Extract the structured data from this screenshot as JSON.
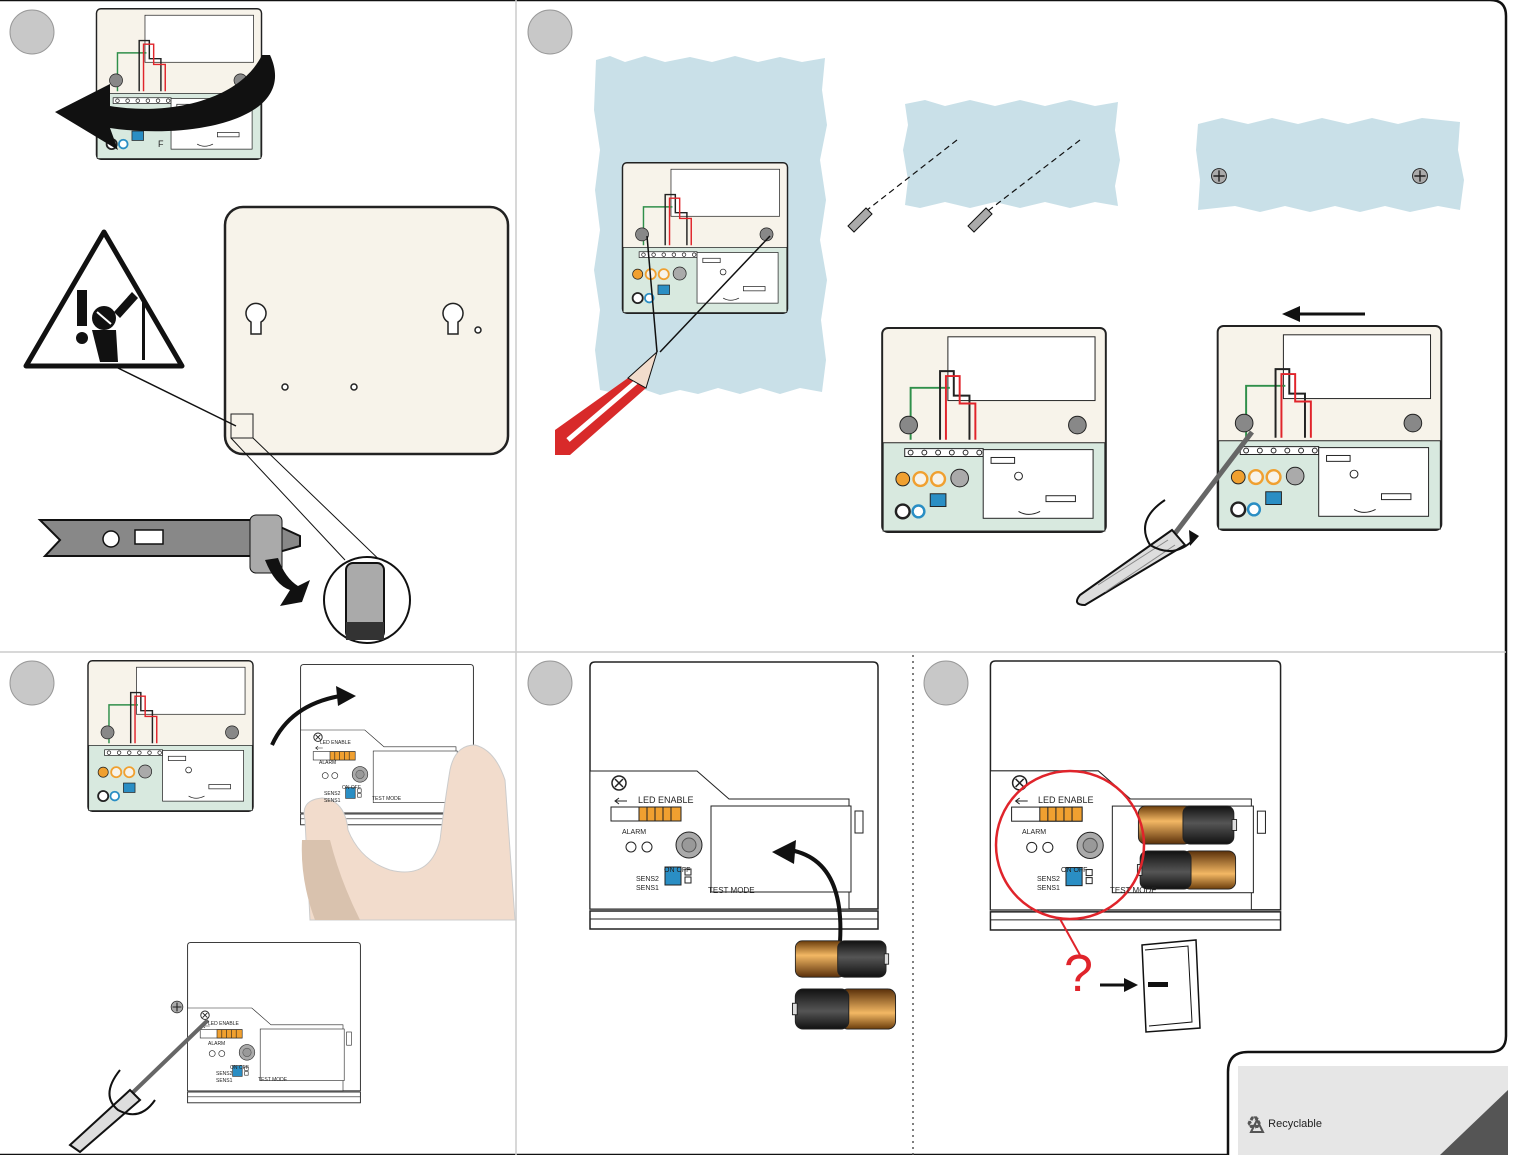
{
  "labels": {
    "led_enable": "LED ENABLE",
    "alarm": "ALARM",
    "on_off": "ON OFF",
    "sens2": "SENS2",
    "sens1": "SENS1",
    "test_mode": "TEST MODE",
    "f_mark": "F",
    "recyclable": "Recyclable",
    "question_mark": "?"
  },
  "icons": [
    "recycle-icon",
    "warning-triangle-icon",
    "pencil-icon",
    "screwdriver-icon",
    "screw-icon",
    "arrow-icon",
    "rotation-arrow-icon",
    "hand-icon",
    "battery-icon",
    "manual-book-icon",
    "magnifier-circle-icon"
  ],
  "colors": {
    "panel_fill": "#f7f3ea",
    "board_fill": "#d8e9df",
    "wall_blue": "#c9e0e8",
    "wire_red": "#e0242b",
    "wire_green": "#2f8f4a",
    "orange_pot": "#f0a030",
    "blue_led": "#2a8ec4",
    "pencil_red": "#d82a2a",
    "hand_skin": "#f2dccc",
    "corner_gray": "#e6e6e6"
  }
}
